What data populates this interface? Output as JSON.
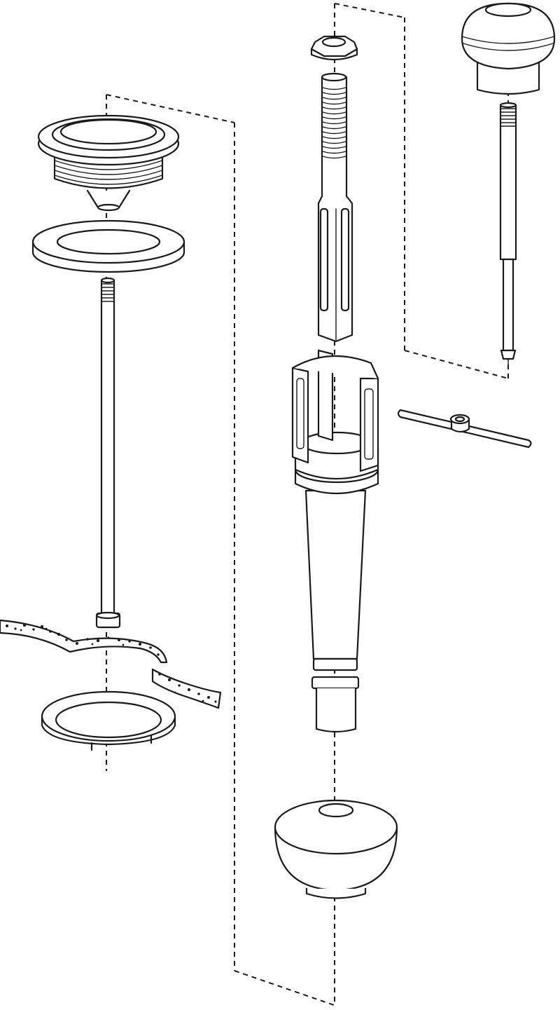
{
  "diagram": {
    "style": "exploded-view line drawing",
    "ink_color": "#1a1a1a",
    "background": "#ffffff",
    "parts": [
      {
        "name": "drain-flange-with-thread"
      },
      {
        "name": "flat-washer"
      },
      {
        "name": "long-threaded-rod"
      },
      {
        "name": "basin-surface-section"
      },
      {
        "name": "underside-locking-ring"
      },
      {
        "name": "hex-nut"
      },
      {
        "name": "threaded-slotted-shaft"
      },
      {
        "name": "slotted-cage-tailpiece"
      },
      {
        "name": "cross-pin-lever"
      },
      {
        "name": "dome-knob"
      },
      {
        "name": "short-threaded-rod"
      },
      {
        "name": "hemispherical-cap"
      }
    ]
  }
}
